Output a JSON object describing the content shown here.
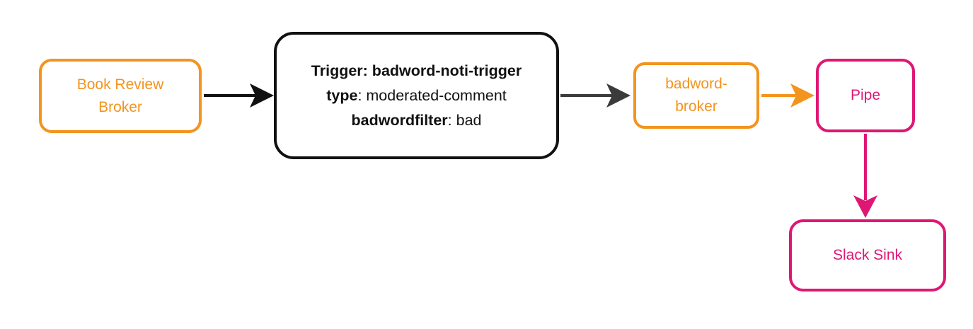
{
  "diagram": {
    "type": "flow-diagram",
    "background_color": "#FFFFFF",
    "colors": {
      "orange": "#F3941E",
      "pink": "#DF1774",
      "black": "#111111",
      "dark_gray": "#3B3B3B"
    },
    "nodes": {
      "book_review_broker": {
        "lines": [
          "Book Review",
          "Broker"
        ],
        "border_color": "#F3941E",
        "text_color": "#F3941E"
      },
      "trigger": {
        "lines": [
          {
            "bold": "Trigger: badword-noti-trigger",
            "rest": ""
          },
          {
            "bold": "type",
            "rest": ": moderated-comment"
          },
          {
            "bold": "badwordfilter",
            "rest": ": bad"
          }
        ],
        "border_color": "#111111",
        "text_color": "#111111"
      },
      "badword_broker": {
        "lines": [
          "badword-",
          "broker"
        ],
        "border_color": "#F3941E",
        "text_color": "#F3941E"
      },
      "pipe": {
        "label": "Pipe",
        "border_color": "#DF1774",
        "text_color": "#DF1774"
      },
      "slack_sink": {
        "label": "Slack Sink",
        "border_color": "#DF1774",
        "text_color": "#DF1774"
      }
    },
    "edges": [
      {
        "from": "book_review_broker",
        "to": "trigger",
        "color": "#111111"
      },
      {
        "from": "trigger",
        "to": "badword_broker",
        "color": "#3B3B3B"
      },
      {
        "from": "badword_broker",
        "to": "pipe",
        "color": "#F3941E"
      },
      {
        "from": "pipe",
        "to": "slack_sink",
        "color": "#DF1774"
      }
    ]
  }
}
